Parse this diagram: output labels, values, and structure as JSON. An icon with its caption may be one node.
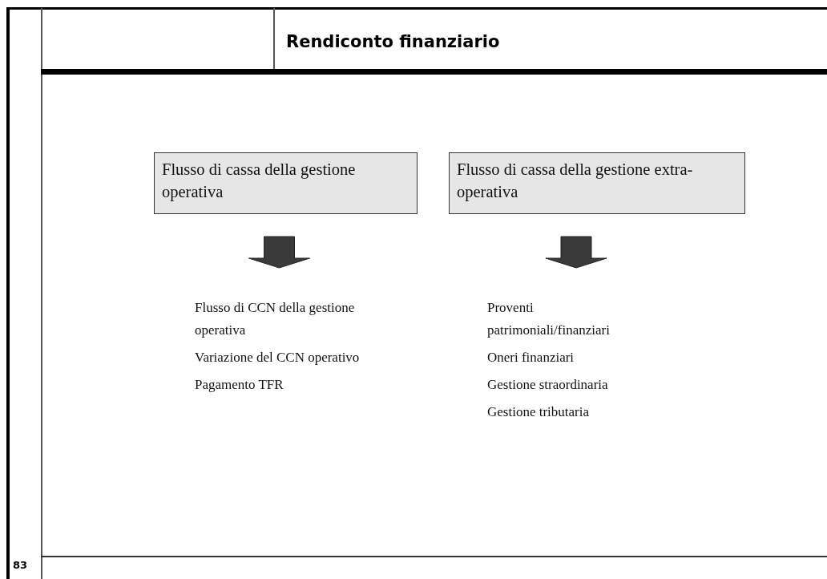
{
  "diagram": {
    "title": "Rendiconto finanziario",
    "nodes": [
      {
        "text": [
          "Flusso di cassa della gestione operativa"
        ]
      },
      {
        "text": [
          "Flusso di cassa della gestione extra-operativa"
        ]
      },
      {
        "text": [
          "Flusso di CCN della gestione operativa",
          "Variazione del CCN operativo",
          "Pagamento TFR"
        ]
      },
      {
        "text": [
          "Proventi patrimoniali/finanziari",
          "Oneri finanziari",
          "Gestione straordinaria",
          "Gestione tributaria"
        ]
      }
    ],
    "edges": [
      {
        "from": 0,
        "to": 2,
        "arrow": "to",
        "style": "thick"
      },
      {
        "from": 1,
        "to": 3,
        "arrow": "to",
        "style": "thick"
      }
    ],
    "labels": [
      "83"
    ]
  }
}
